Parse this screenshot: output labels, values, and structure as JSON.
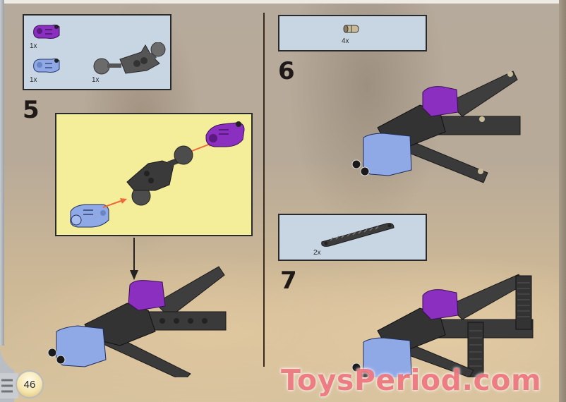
{
  "page": {
    "number": "46",
    "watermark": "ToysPeriod.com"
  },
  "steps": [
    {
      "number": "5",
      "parts": [
        {
          "name": "purple-axle-pin-connector",
          "qty": "1x",
          "color": "#8a2fc0"
        },
        {
          "name": "blue-axle-pin-connector",
          "qty": "1x",
          "color": "#8fa8e6"
        },
        {
          "name": "dark-gray-ball-joint-hub",
          "qty": "1x",
          "color": "#555555"
        }
      ],
      "callout": {
        "background": "#f4ee9a",
        "arrow_color": "#ee6a3a"
      }
    },
    {
      "number": "6",
      "parts": [
        {
          "name": "tan-friction-pin",
          "qty": "4x",
          "color": "#c8bb9a"
        }
      ]
    },
    {
      "number": "7",
      "parts": [
        {
          "name": "dark-gray-gear-rack-beam",
          "qty": "2x",
          "color": "#3c3c3c"
        }
      ]
    }
  ],
  "colors": {
    "parts_box": "#c8d6e4",
    "step_number": "#1f1a17",
    "purple": "#8a2fc0",
    "blue": "#8fa8e6",
    "dark_gray": "#3e3e3e",
    "watermark": "#ee7a82"
  }
}
